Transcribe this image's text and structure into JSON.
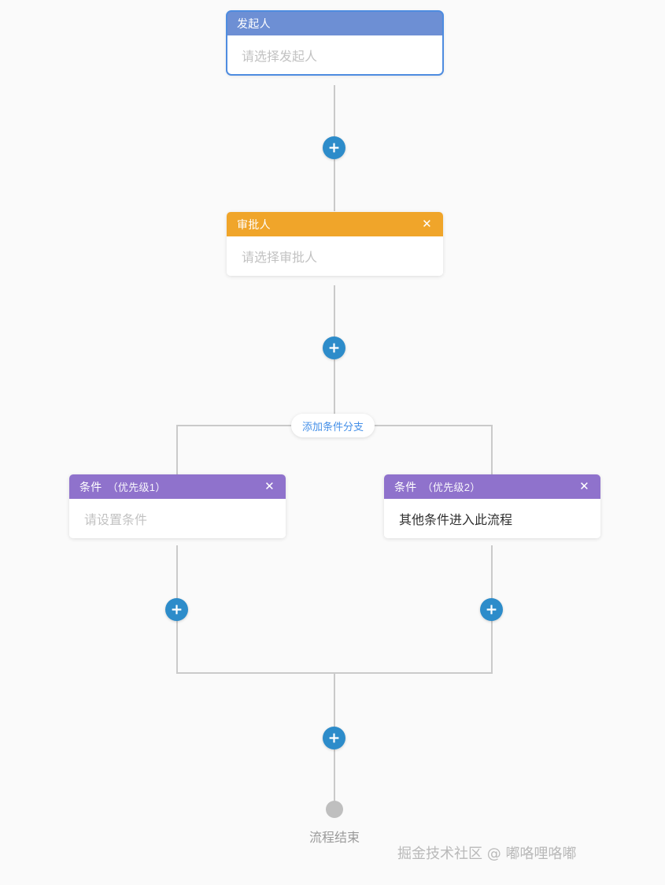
{
  "flow": {
    "nodes": [
      {
        "id": "initiator",
        "type": "initiator",
        "title": "发起人",
        "body_text": "请选择发起人",
        "body_is_placeholder": true,
        "has_close": false,
        "header_color": "#6d8fd4",
        "selected": true
      },
      {
        "id": "approver",
        "type": "approver",
        "title": "审批人",
        "body_text": "请选择审批人",
        "body_is_placeholder": true,
        "has_close": true,
        "close_icon": "close-icon",
        "header_color": "#f0a52a",
        "selected": false
      },
      {
        "id": "condition-1",
        "type": "condition",
        "title": "条件",
        "priority": "（优先级1）",
        "body_text": "请设置条件",
        "body_is_placeholder": true,
        "has_close": true,
        "close_icon": "close-icon",
        "header_color": "#8f72cc",
        "selected": false
      },
      {
        "id": "condition-2",
        "type": "condition",
        "title": "条件",
        "priority": "（优先级2）",
        "body_text": "其他条件进入此流程",
        "body_is_placeholder": false,
        "has_close": true,
        "close_icon": "close-icon",
        "header_color": "#8f72cc",
        "selected": false
      }
    ],
    "add_node_buttons": [
      {
        "id": "add-after-initiator",
        "icon": "plus-icon",
        "label": "+"
      },
      {
        "id": "add-after-approver",
        "icon": "plus-icon",
        "label": "+"
      },
      {
        "id": "add-in-branch-1",
        "icon": "plus-icon",
        "label": "+"
      },
      {
        "id": "add-in-branch-2",
        "icon": "plus-icon",
        "label": "+"
      },
      {
        "id": "add-after-merge",
        "icon": "plus-icon",
        "label": "+"
      }
    ],
    "add_branch_button": {
      "label": "添加条件分支",
      "color": "#4590e8"
    },
    "end": {
      "label": "流程结束",
      "dot_color": "#bfbfbf"
    }
  },
  "watermark": {
    "text": "掘金技术社区 @ 嘟咯哩咯嘟"
  },
  "colors": {
    "canvas_background": "#fafafa",
    "connector": "#cacaca",
    "plus_button": "#2d8cca",
    "initiator_header": "#6d8fd4",
    "approver_header": "#f0a52a",
    "condition_header": "#8f72cc",
    "selection_border": "#4e8ce0",
    "placeholder_text": "#c2c2c2",
    "body_text": "#2f2f2f",
    "end_text": "#9a9a9a"
  }
}
